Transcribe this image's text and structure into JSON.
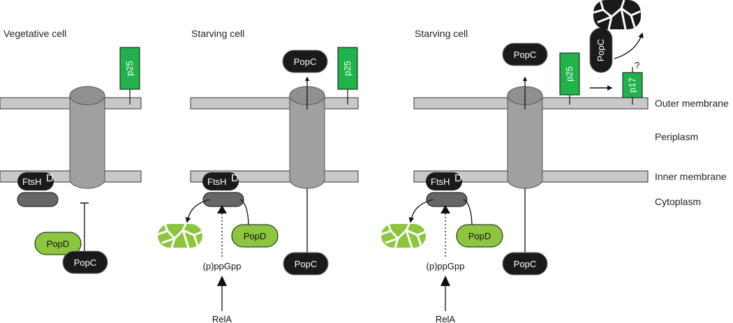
{
  "panels": [
    {
      "title": "Vegetative cell"
    },
    {
      "title": "Starving cell"
    },
    {
      "title": "Starving cell"
    }
  ],
  "compartments": {
    "outer_membrane": "Outer membrane",
    "periplasm": "Periplasm",
    "inner_membrane": "Inner membrane",
    "cytoplasm": "Cytoplasm"
  },
  "proteins": {
    "ftsh": "FtsH",
    "ftsh_sup": "D",
    "popc": "PopC",
    "popd": "PopD",
    "p25": "p25",
    "p17": "p17"
  },
  "signals": {
    "ppgpp": "(p)ppGpp",
    "rela": "RelA",
    "question": "?"
  },
  "colors": {
    "membrane": "#c8c8c8",
    "channel": "#a0a0a0",
    "dark_protein": "#1a1a1a",
    "popd_green": "#8cc63f",
    "membrane_protein_green": "#22b24c"
  }
}
